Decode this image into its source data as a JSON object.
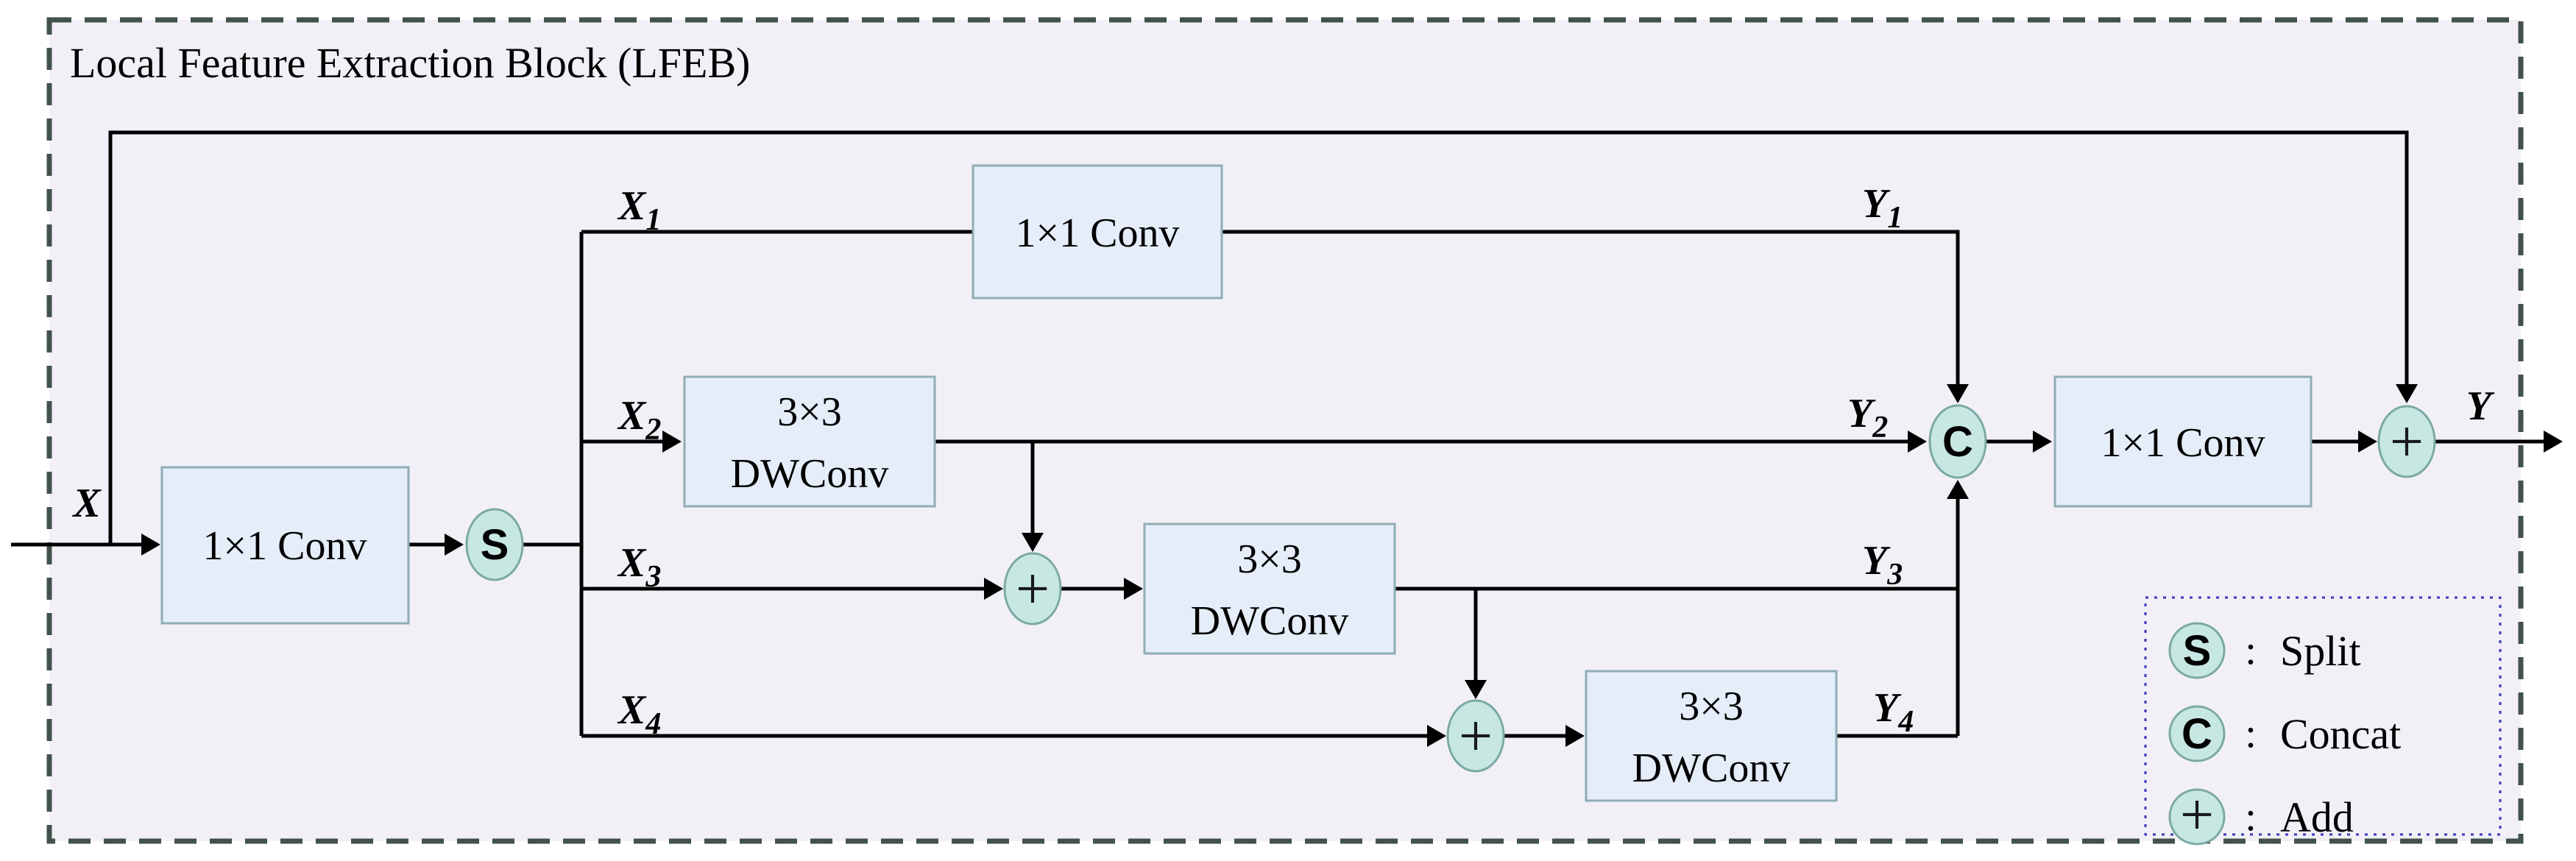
{
  "title": "Local Feature Extraction Block (LFEB)",
  "blocks": {
    "conv_in": "1×1 Conv",
    "conv_b1": "1×1 Conv",
    "dwconv_b2": {
      "line1": "3×3",
      "line2": "DWConv"
    },
    "dwconv_b3": {
      "line1": "3×3",
      "line2": "DWConv"
    },
    "dwconv_b4": {
      "line1": "3×3",
      "line2": "DWConv"
    },
    "conv_out": "1×1 Conv"
  },
  "operators": {
    "split": "S",
    "concat": "C",
    "add": "+"
  },
  "io_labels": {
    "x": {
      "base": "X",
      "sub": ""
    },
    "x1": {
      "base": "X",
      "sub": "1"
    },
    "x2": {
      "base": "X",
      "sub": "2"
    },
    "x3": {
      "base": "X",
      "sub": "3"
    },
    "x4": {
      "base": "X",
      "sub": "4"
    },
    "y1": {
      "base": "Y",
      "sub": "1"
    },
    "y2": {
      "base": "Y",
      "sub": "2"
    },
    "y3": {
      "base": "Y",
      "sub": "3"
    },
    "y4": {
      "base": "Y",
      "sub": "4"
    },
    "y": {
      "base": "Y",
      "sub": ""
    }
  },
  "legend": {
    "items": [
      {
        "symbol": "S",
        "sep": ":",
        "meaning": "Split"
      },
      {
        "symbol": "C",
        "sep": ":",
        "meaning": "Concat"
      },
      {
        "symbol": "+",
        "sep": ":",
        "meaning": "Add"
      }
    ]
  },
  "colors": {
    "canvas_bg": "#f2f0f6",
    "box_fill": "#e4edf8",
    "node_fill": "#c7e7e3",
    "line": "#000000",
    "outer_dash": "#41524c",
    "legend_border": "#3a3ab8"
  }
}
